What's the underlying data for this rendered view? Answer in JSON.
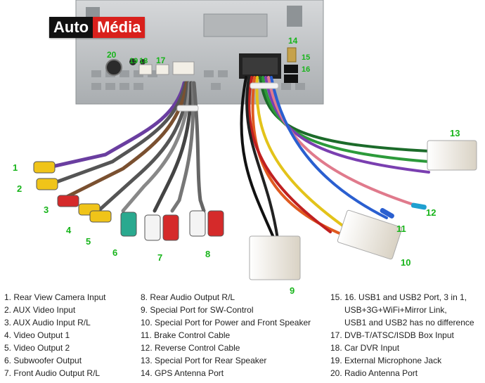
{
  "brand": {
    "part1": "Auto",
    "part2": "Média"
  },
  "callouts": [
    "1",
    "2",
    "3",
    "4",
    "5",
    "6",
    "7",
    "8",
    "9",
    "10",
    "11",
    "12",
    "13",
    "14",
    "15",
    "16",
    "17",
    "18",
    "19",
    "20"
  ],
  "legend": {
    "col1": [
      "1. Rear View Camera Input",
      "2. AUX Video Input",
      "3. AUX Audio Input R/L",
      "4. Video Output 1",
      "5. Video Output 2",
      "6. Subwoofer Output",
      "7. Front Audio Output R/L"
    ],
    "col2": [
      "8. Rear Audio Output R/L",
      "9. Special Port for SW-Control",
      "10. Special Port for Power and Front Speaker",
      "11. Brake Control Cable",
      "12. Reverse Control Cable",
      "13. Special Port for Rear Speaker",
      "14. GPS Antenna Port"
    ],
    "col3_first": "15. 16.  USB1 and USB2 Port, 3 in 1,",
    "col3_cont1": "USB+3G+WiFi+Mirror Link,",
    "col3_cont2": "USB1 and USB2 has no difference",
    "col3": [
      "17. DVB-T/ATSC/ISDB Box Input",
      "18. Car DVR Input",
      "19. External Microphone Jack",
      "20. Radio Antenna Port"
    ]
  },
  "colors": {
    "callout": "#17b41a",
    "brand_red": "#d9201c",
    "panel": "#bfc2c4"
  }
}
